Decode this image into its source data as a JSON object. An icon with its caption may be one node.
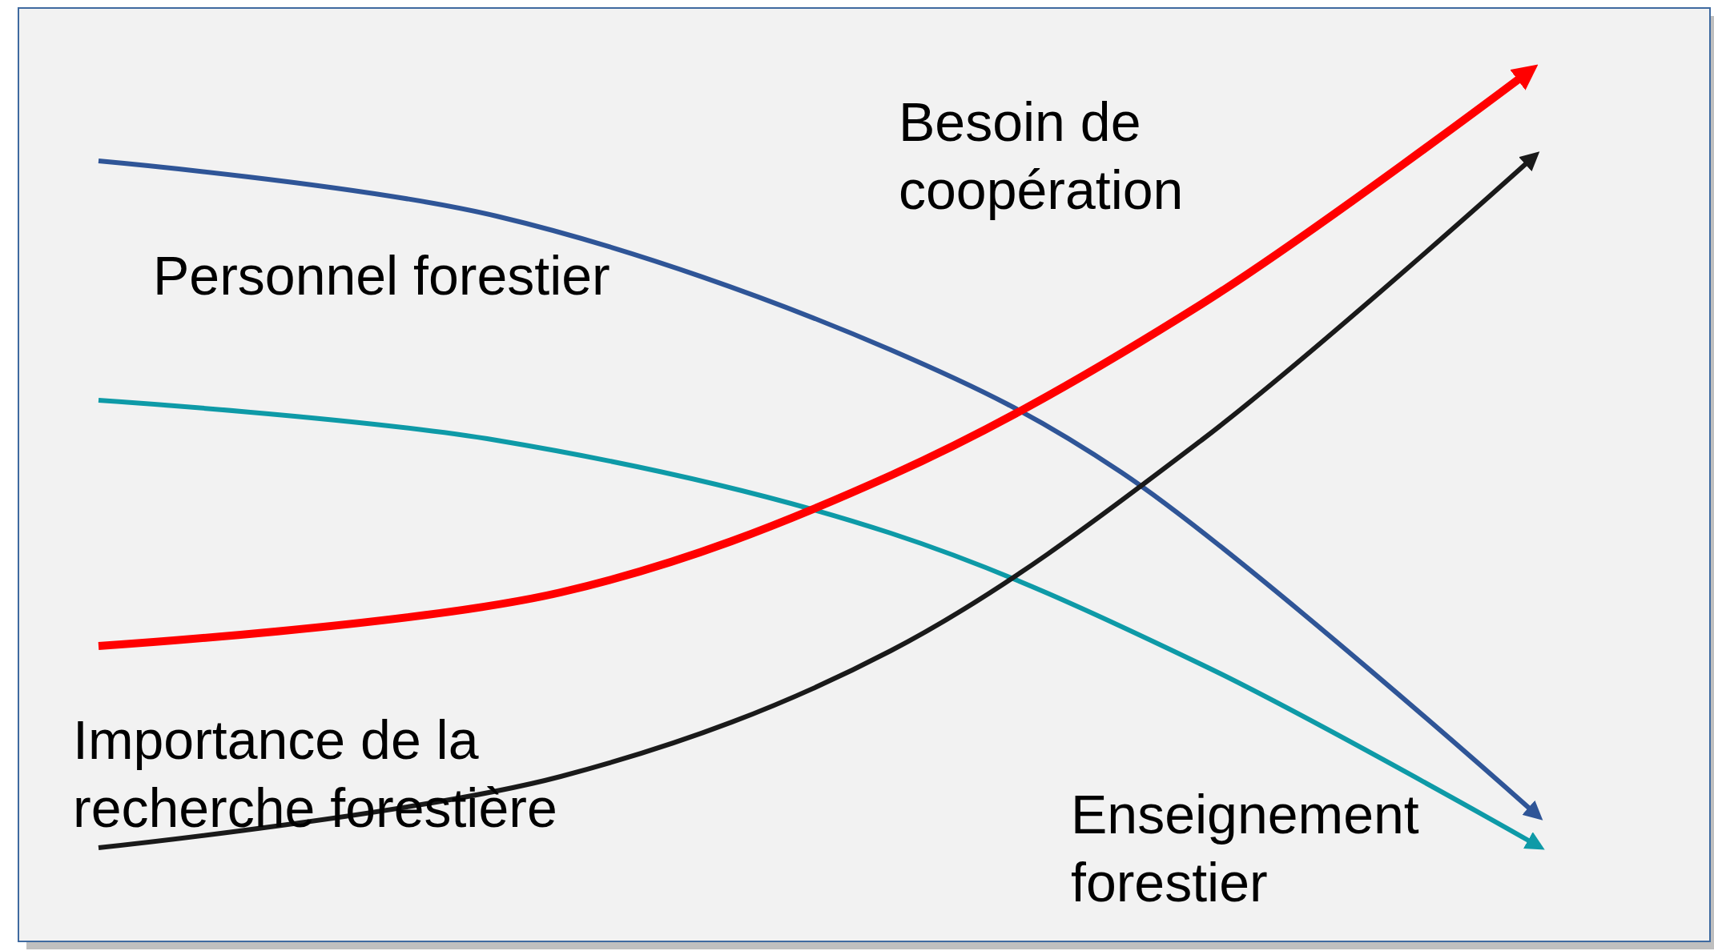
{
  "diagram": {
    "labels": [
      "Besoin de coopération",
      "Personnel forestier",
      "Importance de la recherche forestière",
      "Enseignement forestier"
    ]
  }
}
